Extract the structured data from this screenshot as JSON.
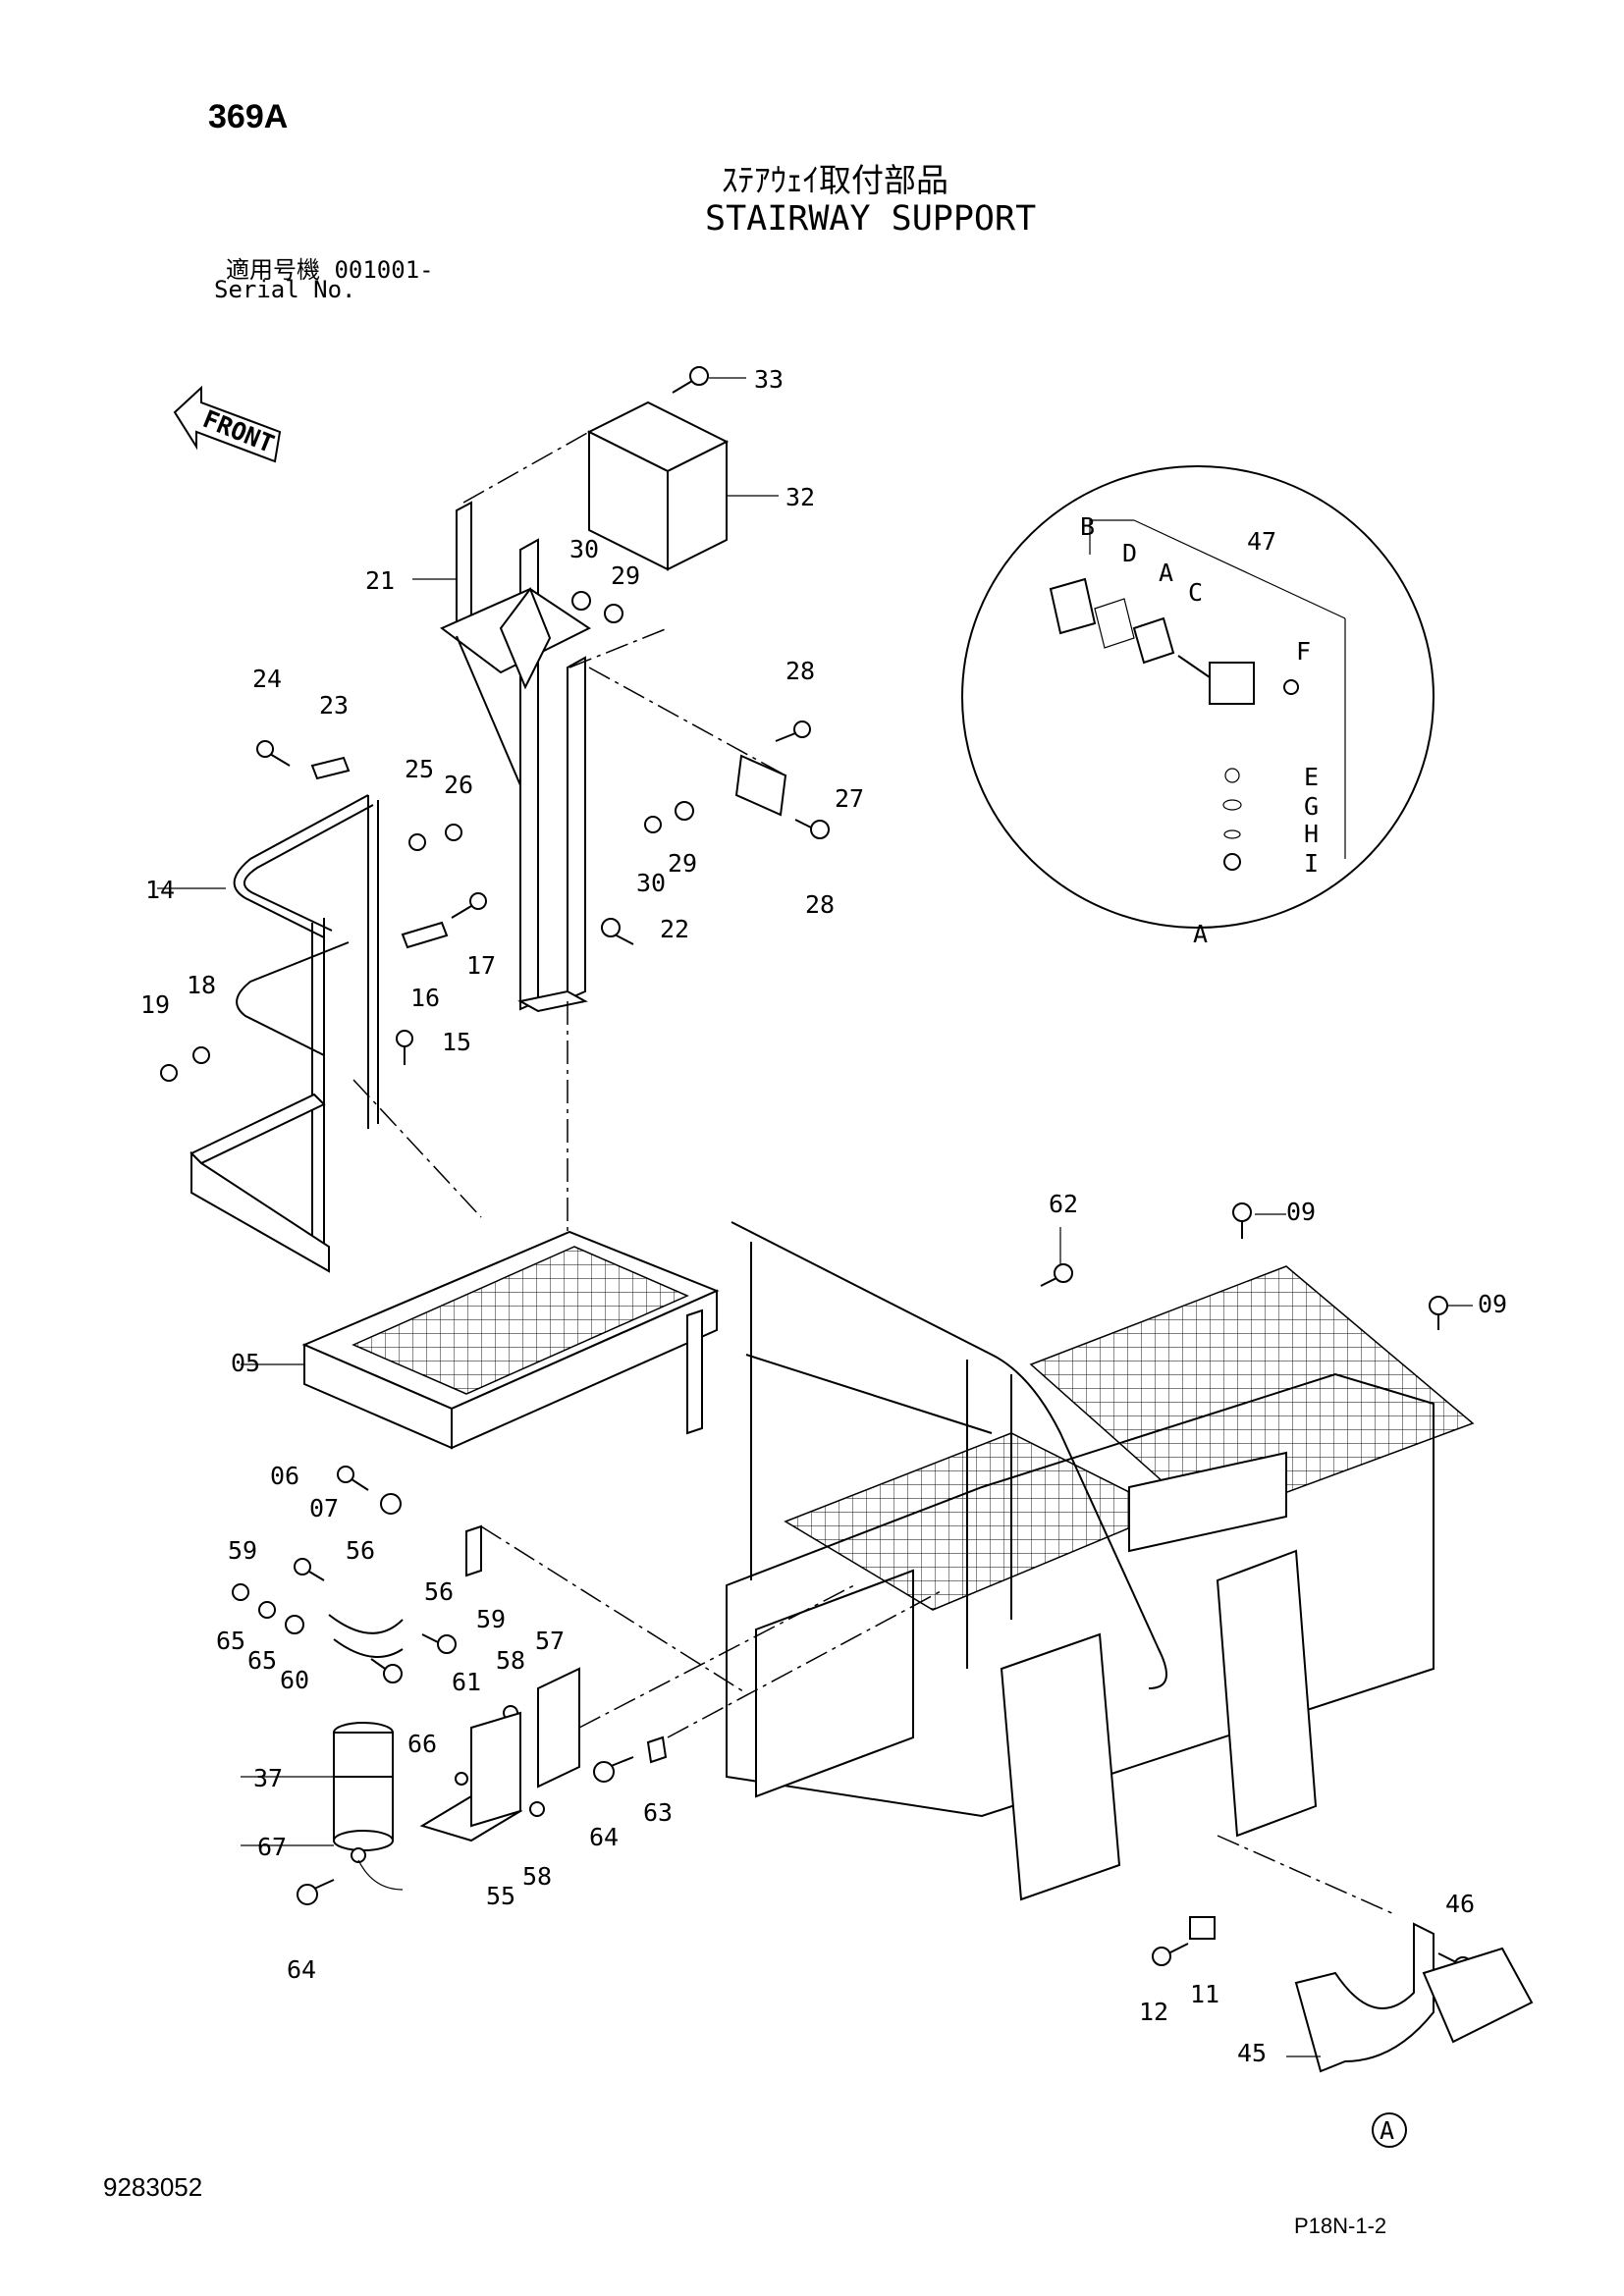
{
  "header": {
    "page_code": "369A",
    "title_ja": "ｽﾃｱｳｪｲ取付部品",
    "title_en": "STAIRWAY SUPPORT",
    "serial_label_ja": "適用号機  001001-",
    "serial_label_en": "Serial No."
  },
  "footer": {
    "drawing_number": "9283052",
    "sheet_ref": "P18N-1-2"
  },
  "direction_arrow": {
    "label": "FRONT"
  },
  "detail_view": {
    "label": "A"
  },
  "callouts": {
    "c33": "33",
    "c32": "32",
    "c21": "21",
    "c30a": "30",
    "c29a": "29",
    "c24": "24",
    "c23": "23",
    "c25": "25",
    "c26": "26",
    "c28a": "28",
    "c27": "27",
    "c30b": "30",
    "c29b": "29",
    "c28b": "28",
    "c22": "22",
    "c14": "14",
    "c17": "17",
    "c16": "16",
    "c18": "18",
    "c19": "19",
    "c15": "15",
    "c47": "47",
    "dB": "B",
    "dD": "D",
    "dA": "A",
    "dC": "C",
    "dF": "F",
    "dE": "E",
    "dG": "G",
    "dH": "H",
    "dI": "I",
    "c62": "62",
    "c09a": "09",
    "c09b": "09",
    "c05": "05",
    "c06": "06",
    "c07": "07",
    "c59a": "59",
    "c56a": "56",
    "c56b": "56",
    "c65a": "65",
    "c65b": "65",
    "c60": "60",
    "c59b": "59",
    "c61": "61",
    "c58a": "58",
    "c57": "57",
    "c37": "37",
    "c66": "66",
    "c55": "55",
    "c58b": "58",
    "c67": "67",
    "c64a": "64",
    "c64b": "64",
    "c63": "63",
    "c12": "12",
    "c11": "11",
    "c46": "46",
    "c45": "45",
    "refA": "A"
  }
}
